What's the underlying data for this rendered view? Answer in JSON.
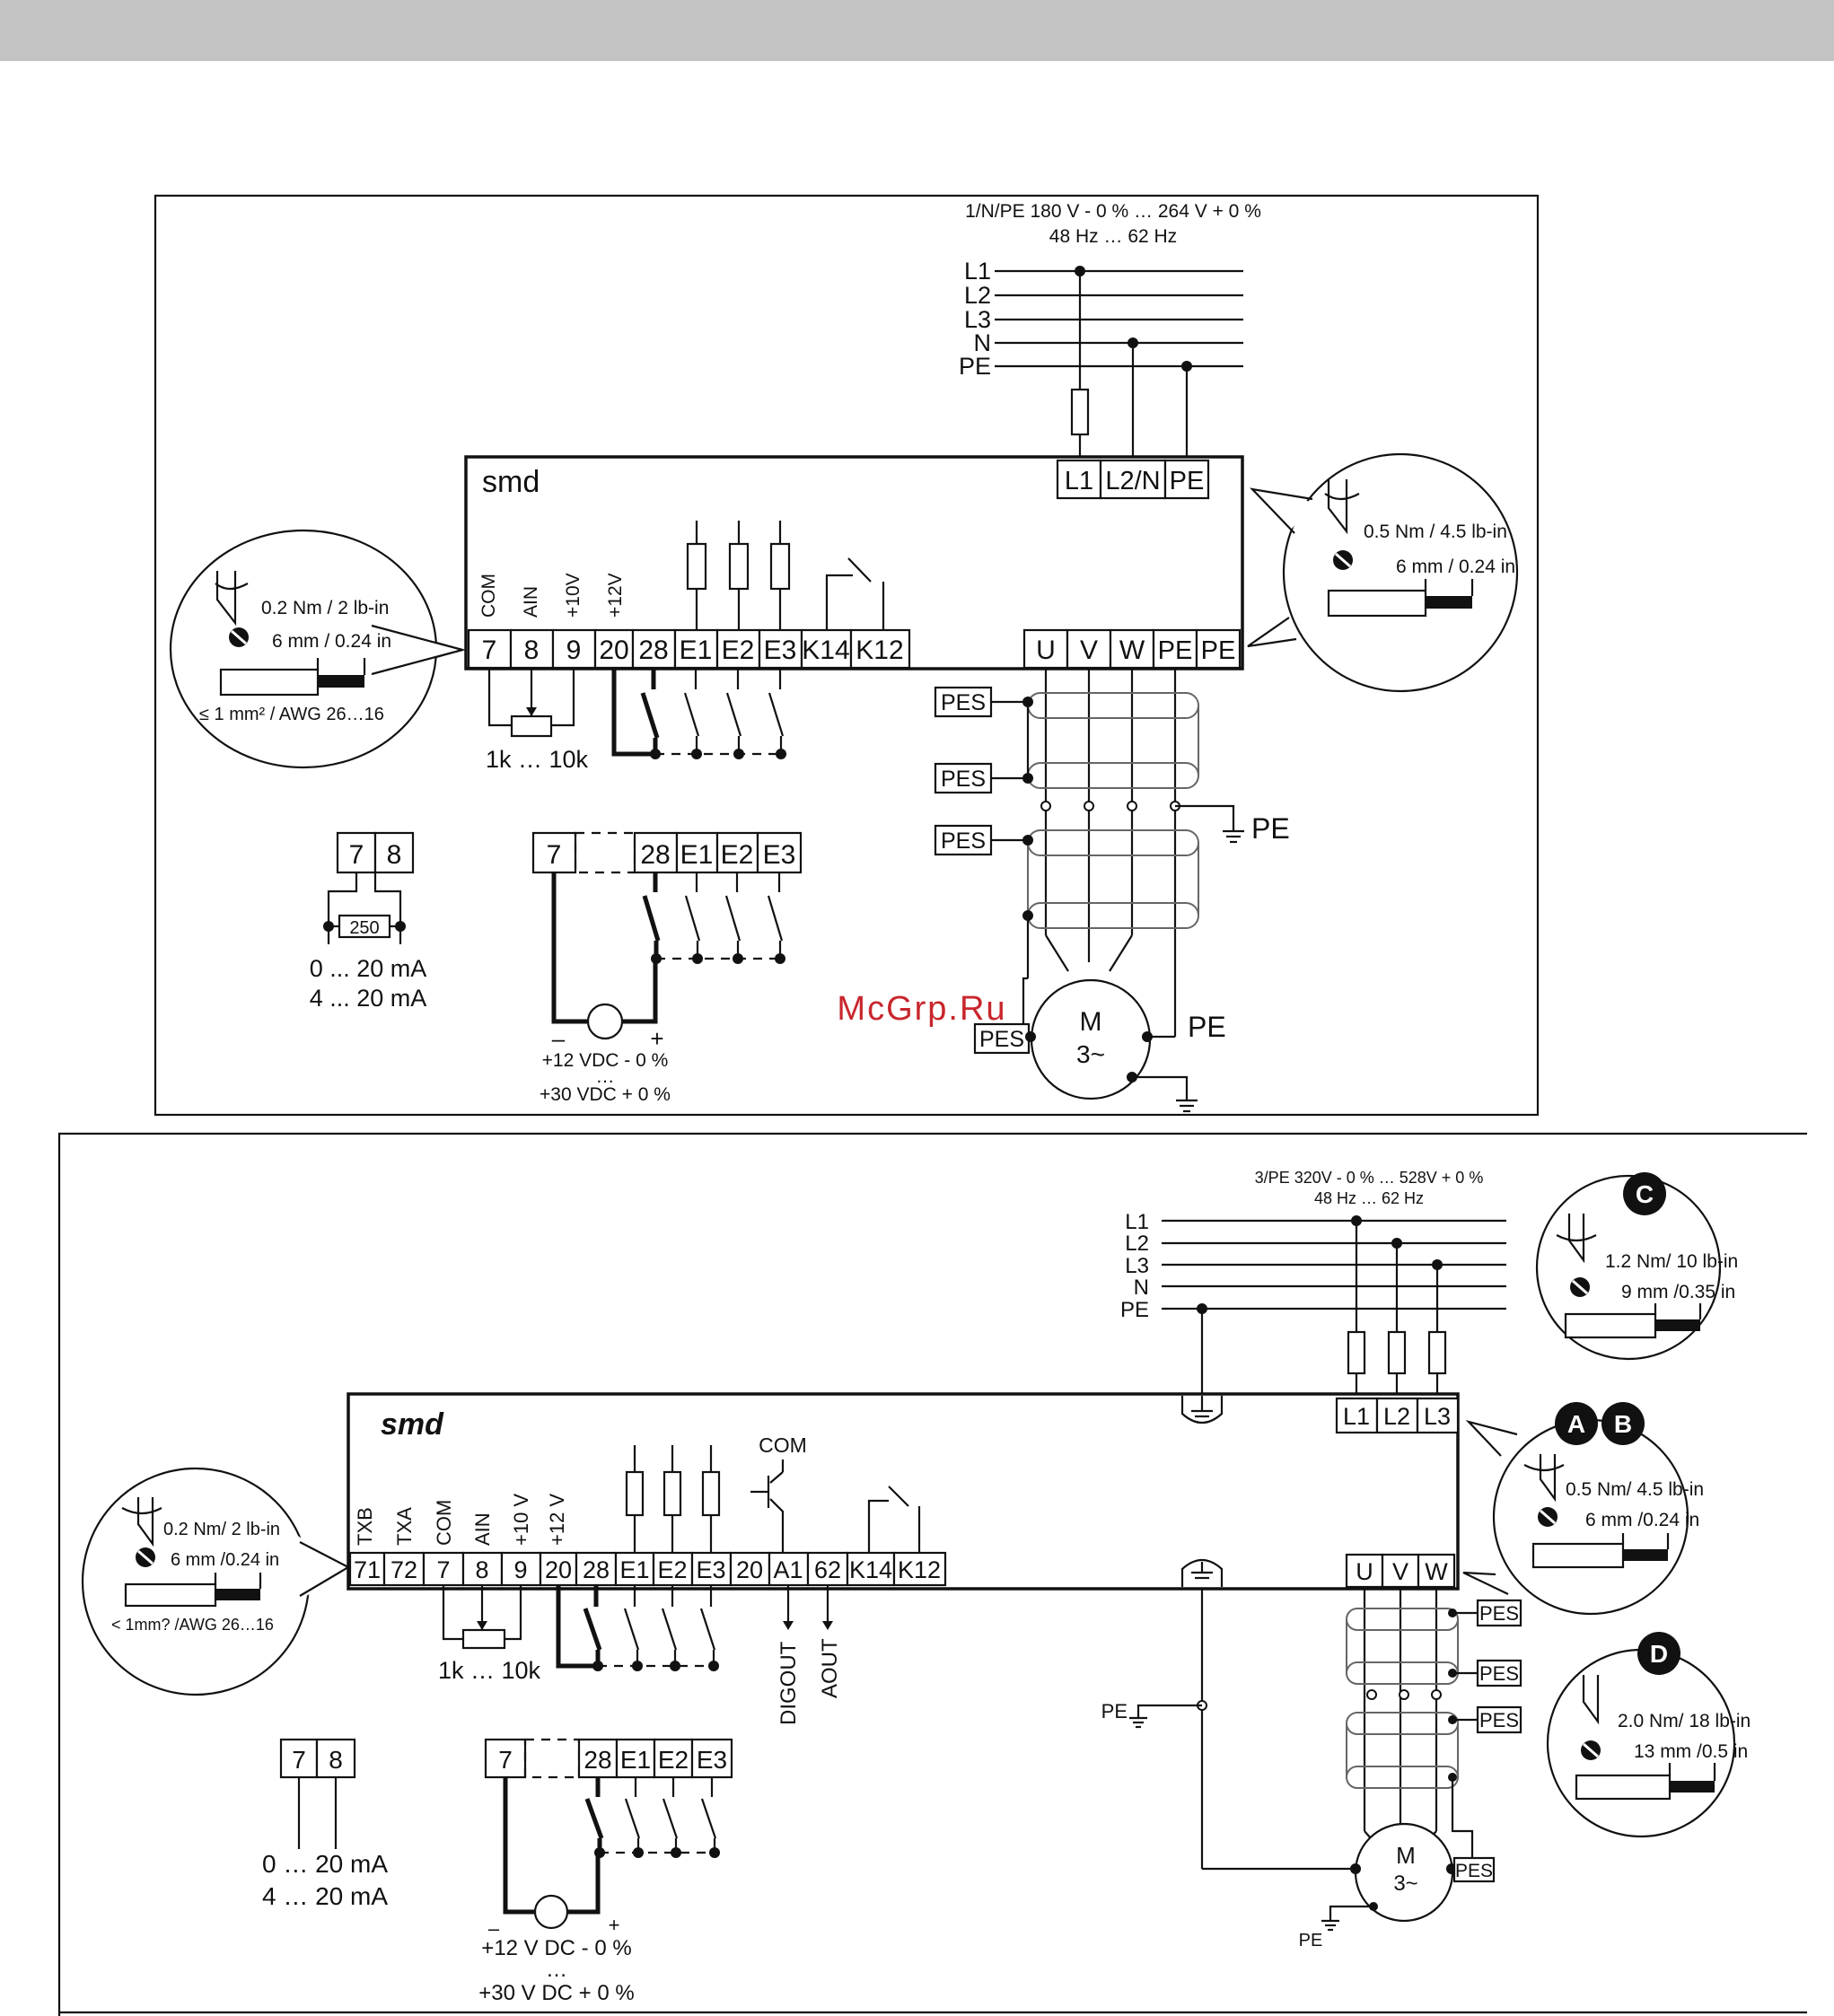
{
  "watermark": "McGrp.Ru",
  "top": {
    "supply": [
      "1/N/PE 180 V - 0 % … 264 V + 0 %",
      "48 Hz … 62 Hz"
    ],
    "lines": [
      "L1",
      "L2",
      "L3",
      "N",
      "PE"
    ],
    "brand": "smd",
    "mains_terminals": [
      "L1",
      "L2/N",
      "PE"
    ],
    "ctrl_labels": [
      "COM",
      "AIN",
      "+10V",
      "+12V"
    ],
    "ctrl_terminals": [
      "7",
      "8",
      "9",
      "20",
      "28",
      "E1",
      "E2",
      "E3",
      "K14",
      "K12"
    ],
    "motor_terminals": [
      "U",
      "V",
      "W",
      "PE",
      "PE"
    ],
    "left_torque": [
      "0.2 Nm / 2 lb-in",
      "6 mm / 0.24 in",
      "≤ 1 mm² / AWG 26…16"
    ],
    "right_torque": [
      "0.5 Nm / 4.5 lb-in",
      "6 mm / 0.24 in"
    ],
    "pot": "1k … 10k",
    "pes": "PES",
    "pe": "PE",
    "motor": [
      "M",
      "3~"
    ],
    "ai_terms": [
      "7",
      "8"
    ],
    "resistor": "250",
    "current": [
      "0 ... 20 mA",
      "4 ... 20 mA"
    ],
    "ext_terms": [
      "7",
      "28",
      "E1",
      "E2",
      "E3"
    ],
    "sign_minus": "–",
    "sign_plus": "+",
    "voltage": [
      "+12 VDC - 0 %",
      "…",
      "+30 VDC + 0 %"
    ]
  },
  "bottom": {
    "supply": [
      "3/PE  320V - 0 % … 528V + 0 %",
      "48 Hz … 62 Hz"
    ],
    "lines": [
      "L1",
      "L2",
      "L3",
      "N",
      "PE"
    ],
    "brand": "smd",
    "mains_terminals": [
      "L1",
      "L2",
      "L3"
    ],
    "ctrl_labels": [
      "TXB",
      "TXA",
      "COM",
      "AIN",
      "+10 V",
      "+12 V"
    ],
    "ctrl_terminals": [
      "71",
      "72",
      "7",
      "8",
      "9",
      "20",
      "28",
      "E1",
      "E2",
      "E3",
      "20",
      "A1",
      "62",
      "K14",
      "K12"
    ],
    "com_label": "COM",
    "outputs": [
      "DIGOUT",
      "AOUT"
    ],
    "motor_terminals": [
      "U",
      "V",
      "W"
    ],
    "left_torque": [
      "0.2 Nm/ 2 lb-in",
      "6 mm /0.24 in",
      "< 1mm? /AWG 26…16"
    ],
    "badge_c": "C",
    "c_torque": [
      "1.2 Nm/ 10 lb-in",
      "9 mm /0.35 in"
    ],
    "badge_a": "A",
    "badge_b": "B",
    "ab_torque": [
      "0.5 Nm/ 4.5 lb-in",
      "6 mm /0.24 in"
    ],
    "badge_d": "D",
    "d_torque": [
      "2.0 Nm/ 18 lb-in",
      "13 mm /0.5 in"
    ],
    "pot": "1k … 10k",
    "pes": "PES",
    "pe": "PE",
    "motor": [
      "M",
      "3~"
    ],
    "ai_terms": [
      "7",
      "8"
    ],
    "current": [
      "0 … 20 mA",
      "4 … 20 mA"
    ],
    "ext_terms": [
      "7",
      "28",
      "E1",
      "E2",
      "E3"
    ],
    "sign_minus": "–",
    "sign_plus": "+",
    "voltage": [
      "+12 V DC - 0 %",
      "…",
      "+30 V DC + 0 %"
    ]
  }
}
